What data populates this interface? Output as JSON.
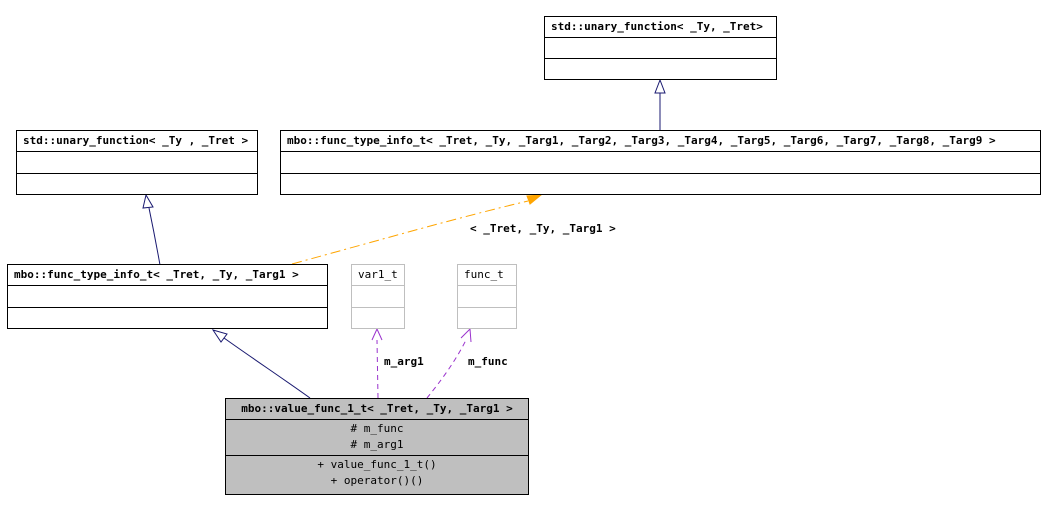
{
  "classes": {
    "unary_function_top": {
      "title": "std::unary_function< _Ty, _Tret>"
    },
    "unary_function_left": {
      "title": "std::unary_function< _Ty , _Tret >"
    },
    "func_type_info_9": {
      "title": "mbo::func_type_info_t< _Tret, _Ty, _Targ1, _Targ2, _Targ3, _Targ4, _Targ5, _Targ6, _Targ7, _Targ8, _Targ9 >"
    },
    "func_type_info_1": {
      "title": "mbo::func_type_info_t< _Tret, _Ty, _Targ1 >"
    },
    "var1_t": {
      "title": "var1_t"
    },
    "func_t": {
      "title": "func_t"
    },
    "value_func": {
      "title": "mbo::value_func_1_t< _Tret, _Ty, _Targ1 >",
      "attributes": [
        "# m_func",
        "# m_arg1"
      ],
      "operations": [
        "+ value_func_1_t()",
        "+ operator()()"
      ]
    }
  },
  "edge_labels": {
    "template_args": "< _Tret, _Ty, _Targ1 >",
    "m_arg1": "m_arg1",
    "m_func": "m_func"
  },
  "colors": {
    "inheritance": "#191970",
    "template": "#ffa500",
    "usage": "#9a32cd",
    "main_fill": "#bfbfbf"
  }
}
